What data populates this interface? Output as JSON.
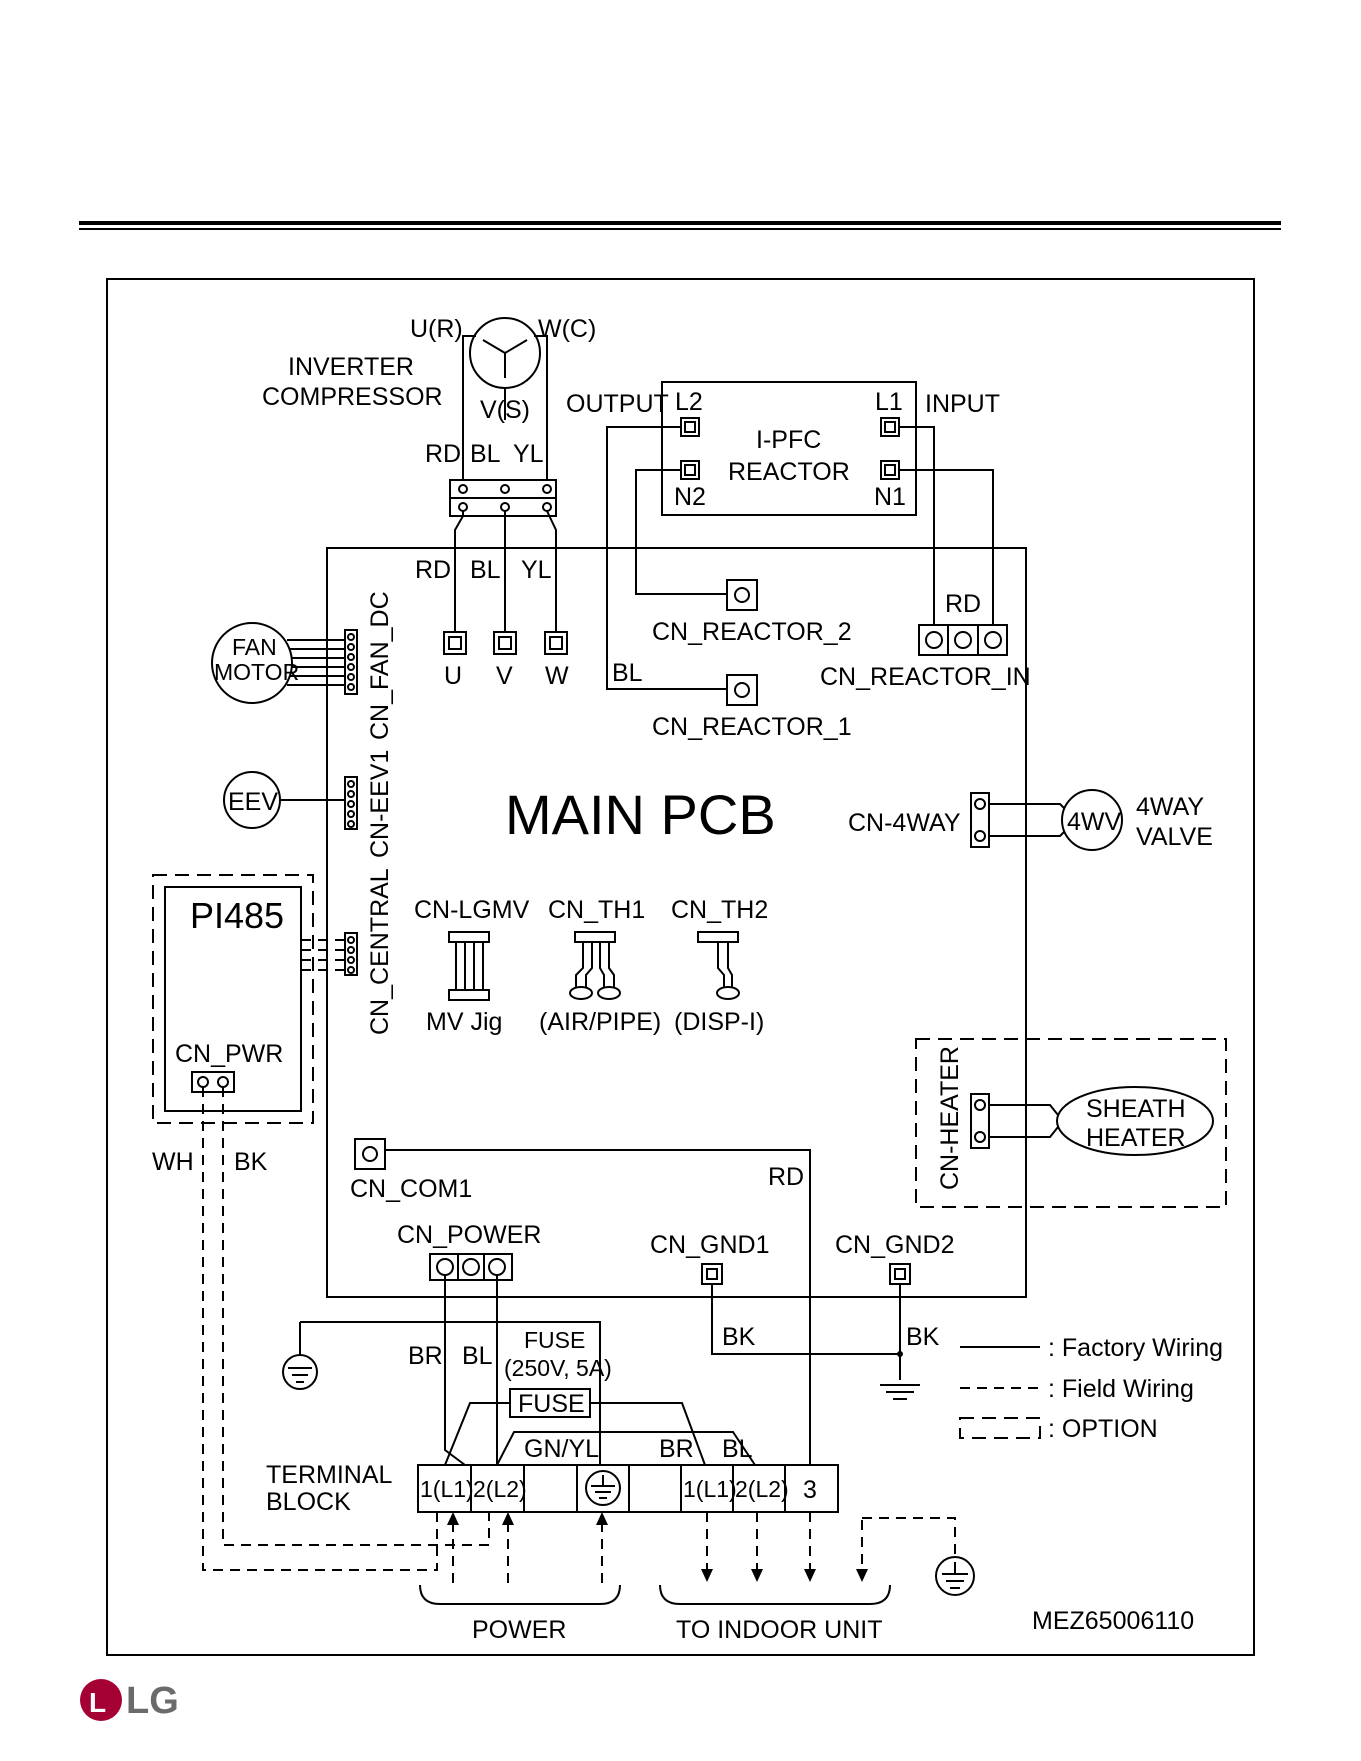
{
  "brand": {
    "logo_text": "LG",
    "logo_color": "#a50034"
  },
  "diagram": {
    "compressor": {
      "label_line1": "INVERTER",
      "label_line2": "COMPRESSOR",
      "u": "U(R)",
      "w": "W(C)",
      "v": "V(S)"
    },
    "wire_colors_top": [
      "RD",
      "BL",
      "YL"
    ],
    "wire_colors_pcb": [
      "RD",
      "BL",
      "YL"
    ],
    "reactor": {
      "output": "OUTPUT",
      "input": "INPUT",
      "l2": "L2",
      "l1": "L1",
      "n2": "N2",
      "n1": "N1",
      "name_line1": "I-PFC",
      "name_line2": "REACTOR"
    },
    "main_pcb": "MAIN PCB",
    "uvw": [
      "U",
      "V",
      "W"
    ],
    "cn_reactor_2": "CN_REACTOR_2",
    "cn_reactor_1": "CN_REACTOR_1",
    "cn_reactor_in": "CN_REACTOR_IN",
    "rd_reactor": "RD",
    "bl_reactor": "BL",
    "fan_motor_line1": "FAN",
    "fan_motor_line2": "MOTOR",
    "cn_fan_dc": "CN_FAN_DC",
    "eev": "EEV",
    "cn_eev1": "CN-EEV1",
    "cn_central": "CN_CENTRAL",
    "pi485": "PI485",
    "cn_pwr": "CN_PWR",
    "wh": "WH",
    "bk_pwr": "BK",
    "cn_lgmv": "CN-LGMV",
    "cn_th1": "CN_TH1",
    "cn_th2": "CN_TH2",
    "mv_jig": "MV Jig",
    "air_pipe": "(AIR/PIPE)",
    "disp_i": "(DISP-I)",
    "cn_4way": "CN-4WAY",
    "fourwv": "4WV",
    "fourway_line1": "4WAY",
    "fourway_line2": "VALVE",
    "cn_heater": "CN-HEATER",
    "sheath_line1": "SHEATH",
    "sheath_line2": "HEATER",
    "cn_com1": "CN_COM1",
    "rd_com": "RD",
    "cn_power": "CN_POWER",
    "cn_gnd1": "CN_GND1",
    "cn_gnd2": "CN_GND2",
    "br_power": "BR",
    "bl_power": "BL",
    "fuse_line1": "FUSE",
    "fuse_line2": "(250V, 5A)",
    "fuse_box": "FUSE",
    "bk_gnd1": "BK",
    "bk_gnd2": "BK",
    "gn_yl": "GN/YL",
    "br_tb": "BR",
    "bl_tb": "BL",
    "terminal_line1": "TERMINAL",
    "terminal_line2": "BLOCK",
    "tb": [
      "1(L1)",
      "2(L2)",
      "1(L1)",
      "2(L2)",
      "3"
    ],
    "power": "POWER",
    "to_indoor": "TO INDOOR UNIT",
    "legend": {
      "factory": ": Factory Wiring",
      "field": ": Field Wiring",
      "option": ": OPTION"
    },
    "model": "MEZ65006110"
  }
}
